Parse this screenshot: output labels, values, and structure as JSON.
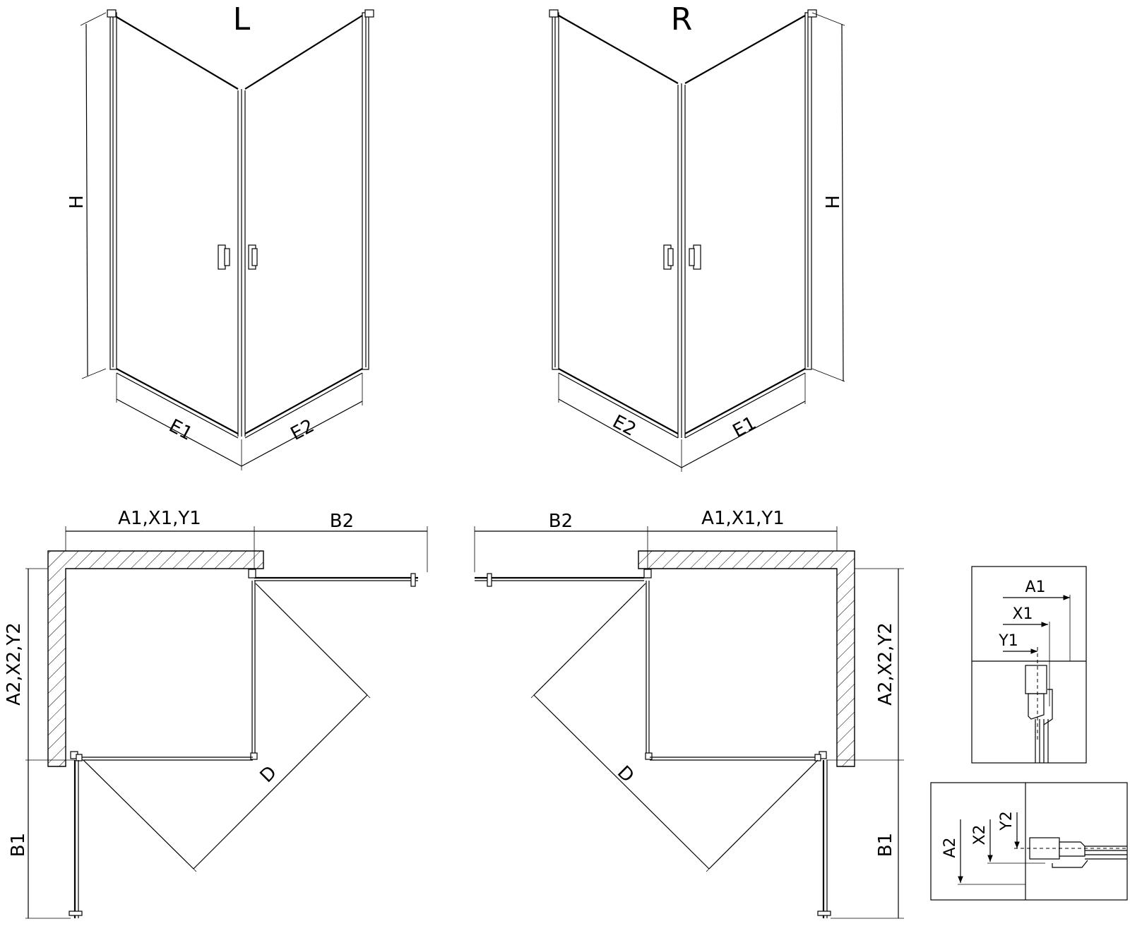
{
  "views": {
    "left_label": "L",
    "right_label": "R"
  },
  "dimensions": {
    "height": "H",
    "e1": "E1",
    "e2": "E2",
    "a1x1y1": "A1,X1,Y1",
    "b2": "B2",
    "a2x2y2": "A2,X2,Y2",
    "b1": "B1",
    "diagonal": "D"
  },
  "detail_top": {
    "a1": "A1",
    "x1": "X1",
    "y1": "Y1"
  },
  "detail_bottom": {
    "a2": "A2",
    "x2": "X2",
    "y2": "Y2"
  }
}
